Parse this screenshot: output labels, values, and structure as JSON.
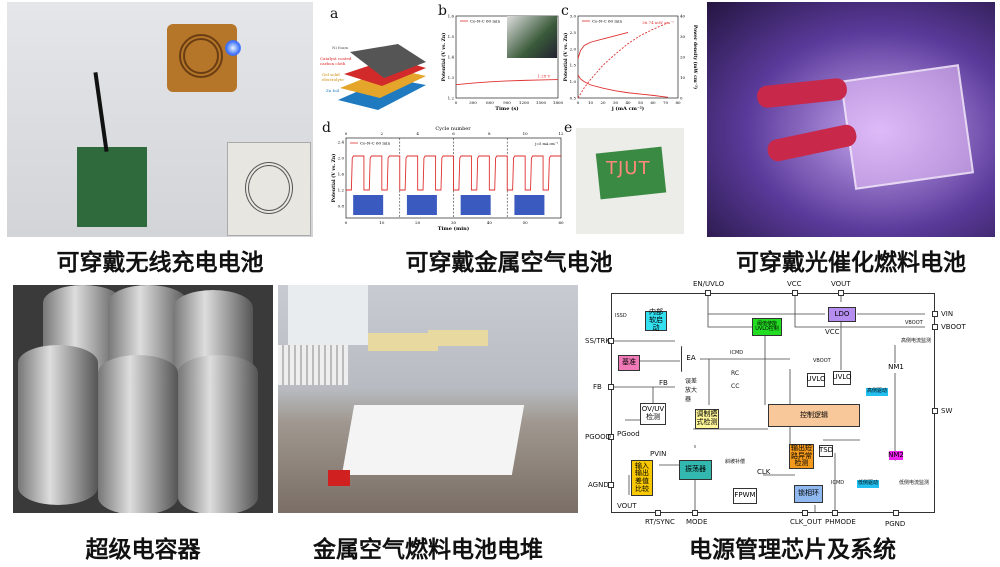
{
  "captions": {
    "p1": "可穿戴无线充电电池",
    "p2": "可穿戴金属空气电池",
    "p3": "可穿戴光催化燃料电池",
    "p4": "超级电容器",
    "p5": "金属空气燃料电池电堆",
    "p6": "电源管理芯片及系统"
  },
  "figure2": {
    "labels": {
      "a": "a",
      "b": "b",
      "c": "c",
      "d": "d",
      "e": "e"
    },
    "layers": [
      "Ni foam",
      "Catalyst coated carbon cloth",
      "Gel solid electrolyte",
      "Zn foil"
    ],
    "led_text": "TJUT"
  },
  "chart_data": [
    {
      "type": "line",
      "panel": "b",
      "legend": "Co-N-C 60 min",
      "xlabel": "Time (s)",
      "ylabel": "Potential (V vs. Zn)",
      "xlim": [
        0,
        1800
      ],
      "ylim": [
        1.2,
        1.6
      ],
      "xticks": [
        0,
        300,
        600,
        900,
        1200,
        1500,
        1800
      ],
      "yticks": [
        1.2,
        1.3,
        1.4,
        1.5,
        1.6
      ],
      "x": [
        0,
        300,
        600,
        900,
        1200,
        1500,
        1800
      ],
      "y": [
        1.265,
        1.273,
        1.279,
        1.283,
        1.286,
        1.288,
        1.29
      ],
      "annotation": "1.28 V"
    },
    {
      "type": "line",
      "panel": "c",
      "legend": "Co-N-C 60 min",
      "xlabel": "j (mA cm⁻²)",
      "ylabel": "Potential (V vs. Zn)",
      "y2label": "Power density (mW cm⁻²)",
      "xlim": [
        0,
        80
      ],
      "ylim": [
        0.5,
        3.0
      ],
      "y2lim": [
        0,
        40
      ],
      "xticks": [
        0,
        10,
        20,
        30,
        40,
        50,
        60,
        70,
        80
      ],
      "yticks": [
        0.5,
        1.0,
        1.5,
        2.0,
        2.5,
        3.0
      ],
      "y2ticks": [
        0,
        10,
        20,
        30,
        40
      ],
      "annotation": "36.74 mW cm⁻²",
      "series": [
        {
          "x": [
            0,
            2,
            5,
            10,
            20,
            30,
            40
          ],
          "y": [
            1.7,
            1.95,
            2.1,
            2.2,
            2.3,
            2.4,
            2.5
          ]
        },
        {
          "x": [
            0,
            2,
            5,
            10,
            20,
            30,
            40,
            50,
            60,
            72
          ],
          "y": [
            1.2,
            1.08,
            1.0,
            0.9,
            0.8,
            0.72,
            0.66,
            0.62,
            0.58,
            0.52
          ]
        },
        {
          "x": [
            0,
            5,
            10,
            20,
            30,
            40,
            50,
            60,
            72
          ],
          "y2": [
            0,
            5,
            9,
            16,
            21.5,
            26.5,
            30.5,
            33.5,
            36.74
          ],
          "dashed": true
        }
      ]
    },
    {
      "type": "line",
      "panel": "d",
      "legend": "Co-N-C 60 min",
      "note": "j=5 mA cm⁻²",
      "xlabel": "Time (min)",
      "ylabel": "Potential (V vs. Zn)",
      "x2label": "Cycle number",
      "xlim": [
        0,
        60
      ],
      "ylim": [
        0.5,
        2.5
      ],
      "xticks": [
        0,
        10,
        20,
        30,
        40,
        50,
        60
      ],
      "x2ticks": [
        0,
        2,
        4,
        6,
        8,
        10,
        12
      ],
      "yticks": [
        0.8,
        1.2,
        1.6,
        2.0,
        2.4
      ],
      "charge_potential": 2.05,
      "discharge_potential": 1.2,
      "cycles": 12,
      "dividers": [
        15,
        30,
        45
      ]
    }
  ],
  "circuit": {
    "pins": {
      "en": "EN/UVLO",
      "vcc": "VCC",
      "vout": "VOUT",
      "vin": "VIN",
      "vboot": "VBOOT",
      "ss": "SS/TRK",
      "fb": "FB",
      "pgood": "PGOOD",
      "agnd": "AGND",
      "sw": "SW",
      "pgnd": "PGND",
      "rt": "RT/SYNC",
      "mode": "MODE",
      "clkout": "CLK_OUT",
      "phmode": "PHMODE",
      "vout2": "VOUT"
    },
    "blocks": {
      "softstart": "内部软启动",
      "ref": "基准",
      "enuvlo": "阈值使能 UVLO控制",
      "ldo": "LDO",
      "ea": "EA",
      "eaname": "误差放大器",
      "ovuv": "OV/UV 检测",
      "mod": "调制模式检测",
      "logic": "控制逻辑",
      "uvlo1": "UVLO",
      "uvlo2": "UVLO",
      "cmp": "输入输出差值比较",
      "osc": "振荡器",
      "short": "输出短路异常检测",
      "tsd": "TSD",
      "fpwm": "FPWM",
      "pll": "锁相环",
      "nm1": "NM1",
      "nm2": "NM2",
      "hdrv": "高侧驱动",
      "ldrv": "低侧驱动",
      "hmon": "高侧电流监测",
      "lmon": "低侧电流监测"
    },
    "labels": {
      "iss": "ISSD",
      "icmd": "ICMD",
      "icmd2": "ICMD",
      "rc": "RC",
      "cc": "CC",
      "fb": "FB",
      "vcc": "VCC",
      "vboot": "VBOOT",
      "vboot2": "VBOOT",
      "pgood": "PGood",
      "pvin": "PVIN",
      "ramp": "斜坡补偿",
      "clk": "CLK"
    },
    "colors": {
      "softstart": "#33e0f0",
      "ref": "#f07ab8",
      "enuvlo": "#22dd22",
      "ldo": "#b58ef0",
      "mod": "#fff799",
      "logic": "#f8c89a",
      "cmp": "#f8c800",
      "osc": "#33b8b0",
      "short": "#f39a1c",
      "pll": "#8fb8f0",
      "nm2": "#ee22ee",
      "drv": "#22c0f0"
    }
  }
}
